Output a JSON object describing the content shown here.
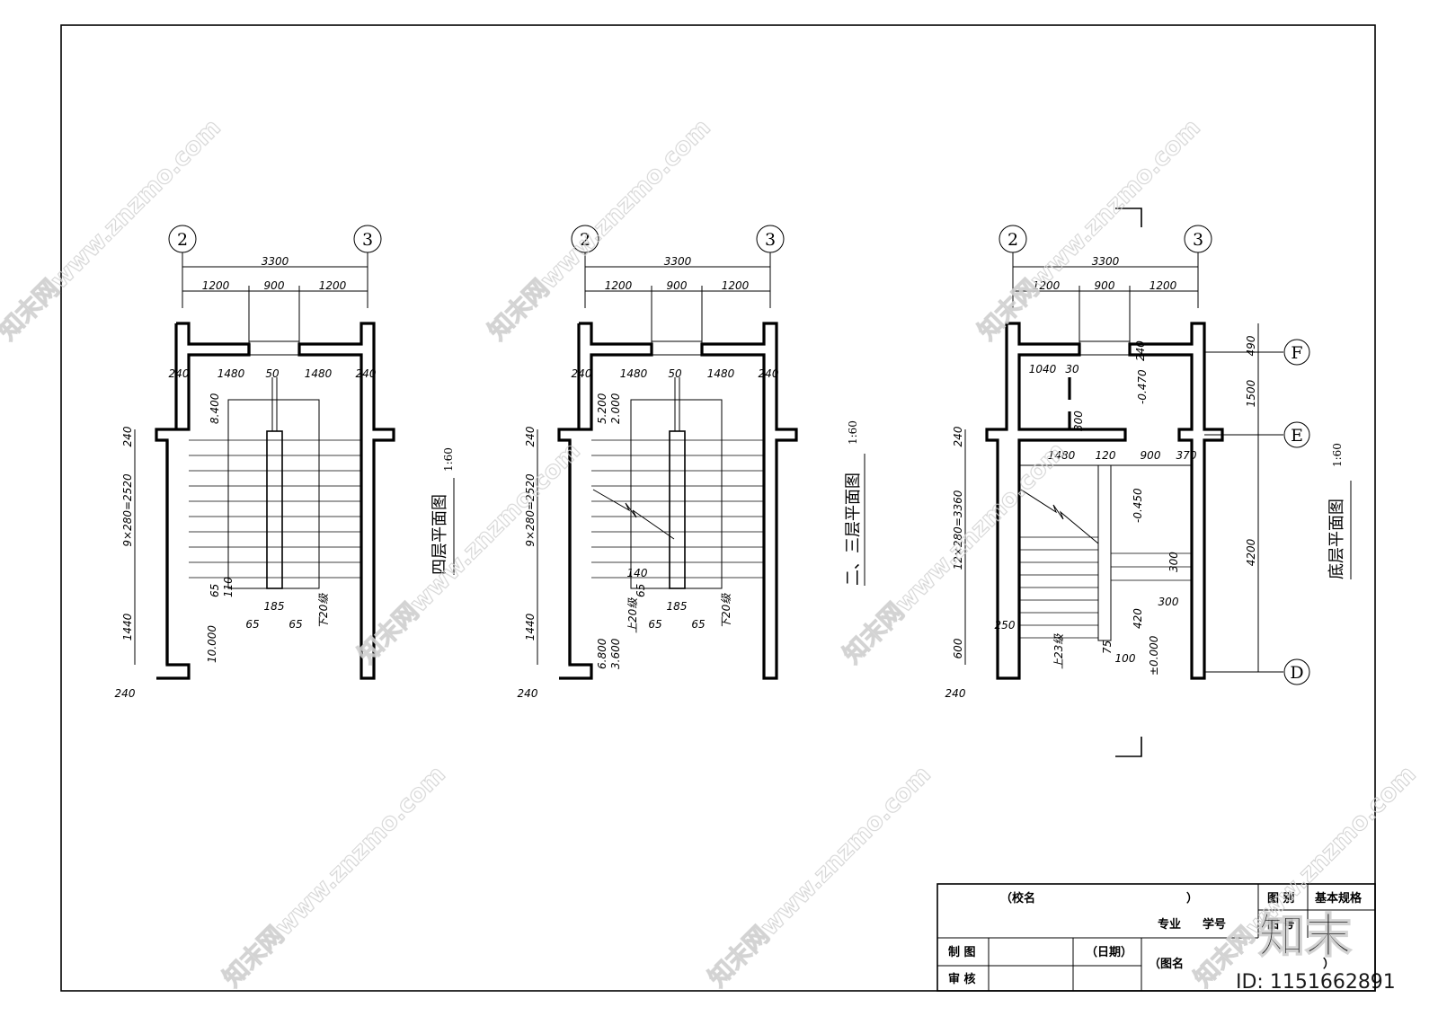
{
  "plans": [
    {
      "title": "四层平面图",
      "scale": "1:60",
      "axes": [
        "2",
        "3"
      ],
      "dims_top": [
        "3300",
        "1200",
        "900",
        "1200"
      ],
      "dims_inner": [
        "240",
        "1480",
        "50",
        "1480",
        "240"
      ],
      "dims_left": [
        "240",
        "9×280=2520",
        "1440",
        "240"
      ],
      "elevations": [
        "8.400",
        "10.000"
      ],
      "stair_notes": [
        "65",
        "110",
        "185",
        "65",
        "65",
        "下20级"
      ]
    },
    {
      "title": "二、三层平面图",
      "scale": "1:60",
      "axes": [
        "2",
        "3"
      ],
      "dims_top": [
        "3300",
        "1200",
        "900",
        "1200"
      ],
      "dims_inner": [
        "240",
        "1480",
        "50",
        "1480",
        "240"
      ],
      "dims_left": [
        "240",
        "9×280=2520",
        "1440",
        "240"
      ],
      "elevations": [
        "5.200",
        "2.000",
        "6.800",
        "3.600"
      ],
      "stair_notes": [
        "140",
        "上20级",
        "65",
        "185",
        "65",
        "65",
        "下20级"
      ]
    },
    {
      "title": "底层平面图",
      "scale": "1:60",
      "axes": [
        "2",
        "3",
        "F",
        "E",
        "D"
      ],
      "dims_top": [
        "3300",
        "1200",
        "900",
        "1200"
      ],
      "dims_inner": [
        "240",
        "1040",
        "30",
        "300",
        "1480",
        "120",
        "900",
        "370"
      ],
      "dims_left": [
        "240",
        "12×280=3360",
        "600",
        "240"
      ],
      "dims_right": [
        "490",
        "1500",
        "4200"
      ],
      "elevations": [
        "-0.470",
        "-0.450",
        "±0.000"
      ],
      "stair_notes": [
        "300",
        "300",
        "250",
        "420",
        "75",
        "100",
        "上23级"
      ]
    }
  ],
  "title_block": {
    "school": "（校名",
    "school_close": "）",
    "major": "专业",
    "student_id": "学号",
    "drawer": "制 图",
    "reviewer": "审 核",
    "date": "（日期）",
    "drawing_name": "（图名",
    "drawing_name_close": "）",
    "category_label": "图 别",
    "category_value": "基本规格",
    "number_label": "图 号"
  },
  "watermarks": {
    "text": "知末网www.znzmo.com",
    "logo": "知末",
    "id": "ID: 1151662891"
  }
}
